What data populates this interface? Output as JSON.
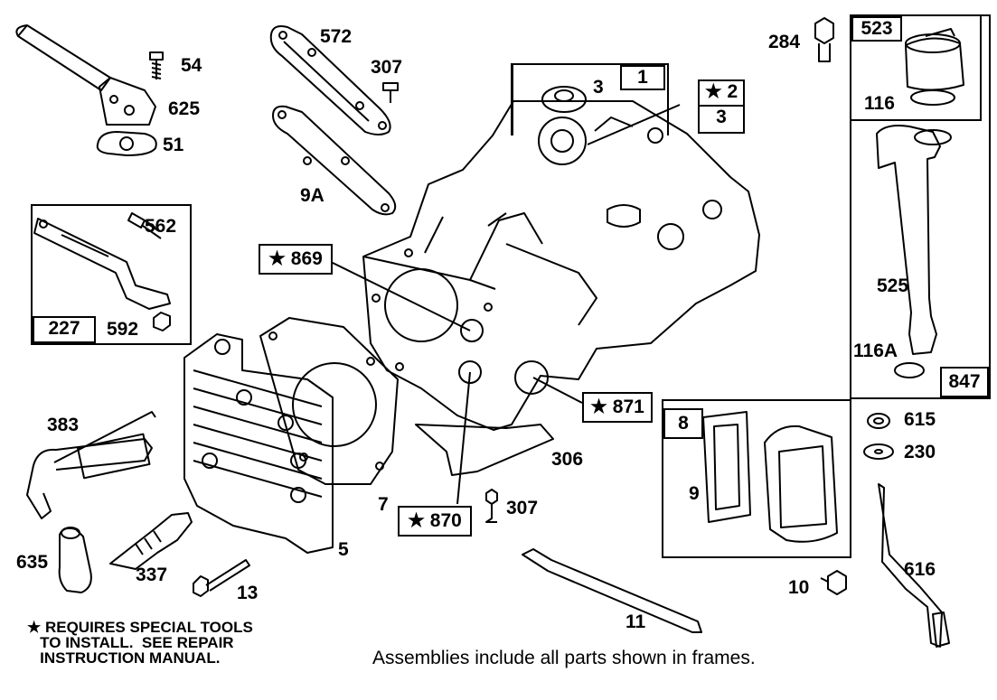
{
  "labels": {
    "l54": "54",
    "l625": "625",
    "l51": "51",
    "l572": "572",
    "l307a": "307",
    "l9a": "9A",
    "l3": "3",
    "l284": "284",
    "l116": "116",
    "l562": "562",
    "l592": "592",
    "l525": "525",
    "l116a": "116A",
    "l383": "383",
    "l306": "306",
    "l7": "7",
    "l307b": "307",
    "l5": "5",
    "l9": "9",
    "l635": "635",
    "l337": "337",
    "l13": "13",
    "l615": "615",
    "l230": "230",
    "l616": "616",
    "l10": "10",
    "l11": "11"
  },
  "boxes": {
    "b1": "1",
    "b2": "★ 2",
    "b3": "3",
    "b523": "523",
    "b847": "847",
    "b227": "227",
    "b869": "★ 869",
    "b871": "★ 871",
    "b870": "★ 870",
    "b8": "8"
  },
  "note": "★ REQUIRES SPECIAL TOOLS\n   TO INSTALL.  SEE REPAIR\n   INSTRUCTION MANUAL.",
  "caption": "Assemblies include all parts shown in frames."
}
